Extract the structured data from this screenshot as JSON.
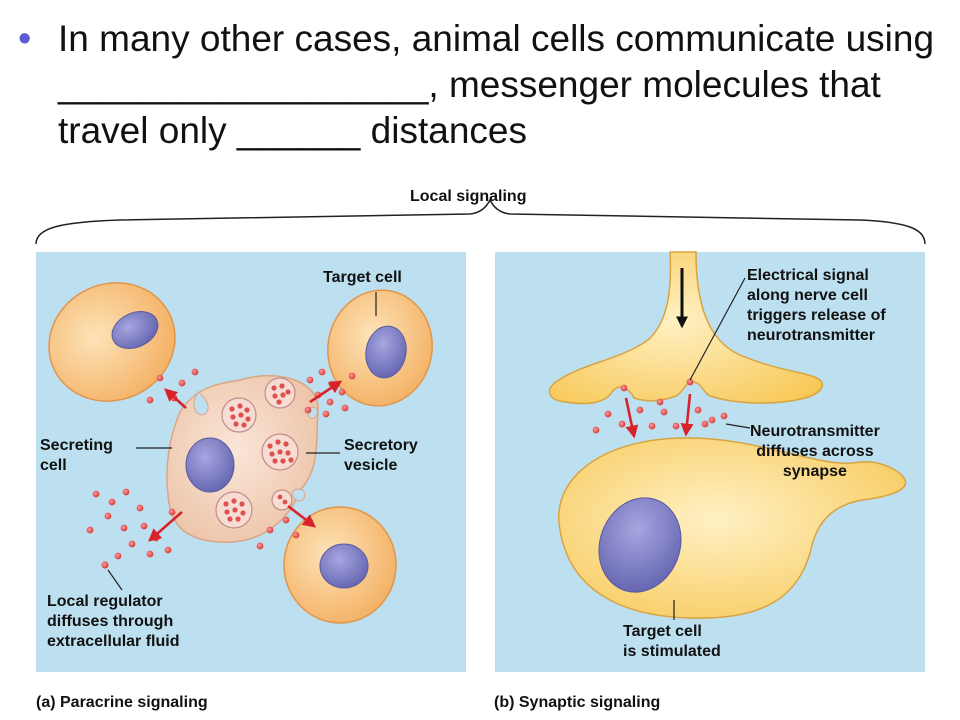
{
  "slide": {
    "bullet_symbol": "•",
    "bullet_text": "In many other cases, animal cells communicate using __________________, messenger molecules that travel only ______ distances"
  },
  "figure": {
    "group_title": "Local signaling",
    "paracrine": {
      "target_cell_label": "Target cell",
      "secreting_cell_label": "Secreting\ncell",
      "secretory_vesicle_label": "Secretory\nvesicle",
      "local_regulator_label": "Local regulator\ndiffuses through\nextracellular fluid",
      "caption": "(a) Paracrine signaling"
    },
    "synaptic": {
      "electrical_signal_label": "Electrical signal\nalong nerve cell\ntriggers release of\nneurotransmitter",
      "neurotransmitter_label": "Neurotransmitter\ndiffuses across\nsynapse",
      "target_stimulated_label": "Target cell\nis stimulated",
      "caption": "(b) Synaptic signaling"
    }
  },
  "colors": {
    "panel_bg": "#bde0f0",
    "cell_fill": "#f8c57e",
    "secreting_cell_fill": "#f3d3bd",
    "nucleus_fill": "#7f7fc4",
    "dot_red": "#e04848",
    "arrow_red": "#d8232a",
    "neuron_fill": "#fdd87a"
  }
}
